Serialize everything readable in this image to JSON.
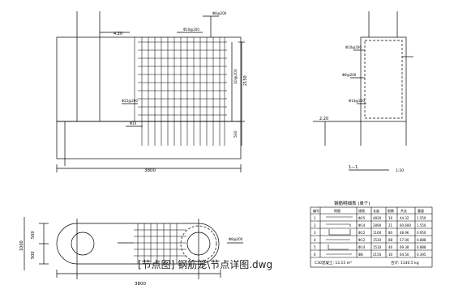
{
  "elevation": {
    "dim_bottom": "3800",
    "dim_right": "2150",
    "dim_right_inner": "10@200",
    "dim_right_low": "500",
    "dim_left_top": "4.20",
    "rebar_labels": [
      "Φ8@200",
      "Φ10@200",
      "Φ25@200",
      "Φ14"
    ]
  },
  "section": {
    "title": "1—1",
    "scale": "1:20",
    "elev_label": "2.20",
    "rebar_labels": [
      "Φ10@200",
      "Φ8@200",
      "Φ14@200"
    ]
  },
  "plan": {
    "dim_left_total": "1000",
    "dim_left_a": "500",
    "dim_left_b": "500",
    "dim_bottom": "3800",
    "rebar_label": "Φ8@200"
  },
  "table": {
    "title": "钢筋明细表 (单个)",
    "headers": [
      "编号",
      "简图",
      "规格",
      "长度",
      "根数",
      "共长",
      "重量"
    ],
    "rows": [
      [
        "1",
        "",
        "Φ25",
        "4820",
        "16",
        "44.32",
        "1.550"
      ],
      [
        "2",
        "",
        "Φ14",
        "2890",
        "21",
        "60.690",
        "1.550"
      ],
      [
        "3",
        "",
        "Φ12",
        "1160",
        "80",
        "48.96",
        "0.950"
      ],
      [
        "4",
        "",
        "Φ12",
        "1510",
        "88",
        "57.00",
        "0.888"
      ],
      [
        "5",
        "",
        "Φ14",
        "1510",
        "46",
        "69.38",
        "0.888"
      ],
      [
        "6",
        "",
        "Φ8",
        "2150",
        "30",
        "64.50",
        "0.395"
      ]
    ],
    "footer_left": "C30混凝土: 13.15 m³",
    "footer_right": "合计: 1140.5 kg"
  },
  "watermark": "[节点图] 钢筋笼\\节点详图.dwg"
}
